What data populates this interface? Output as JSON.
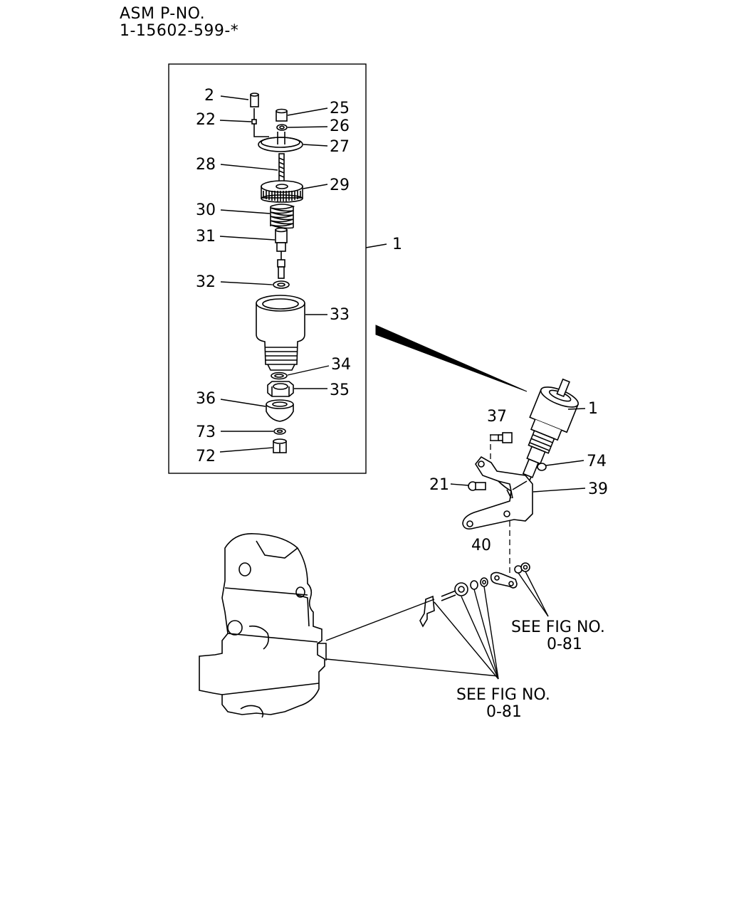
{
  "header": {
    "line1": "ASM P-NO.",
    "line2": "1-15602-599-*"
  },
  "labels": {
    "p2": "2",
    "p22": "22",
    "p25": "25",
    "p26": "26",
    "p27": "27",
    "p28": "28",
    "p29": "29",
    "p30": "30",
    "p31": "31",
    "p32": "32",
    "p33": "33",
    "p34": "34",
    "p35": "35",
    "p36": "36",
    "p73": "73",
    "p72": "72",
    "p1_box": "1",
    "p1": "1",
    "p37": "37",
    "p74": "74",
    "p21": "21",
    "p39": "39",
    "p40": "40"
  },
  "references": {
    "ref1_line1": "SEE FIG NO.",
    "ref1_line2": "0-81",
    "ref2_line1": "SEE FIG NO.",
    "ref2_line2": "0-81"
  }
}
